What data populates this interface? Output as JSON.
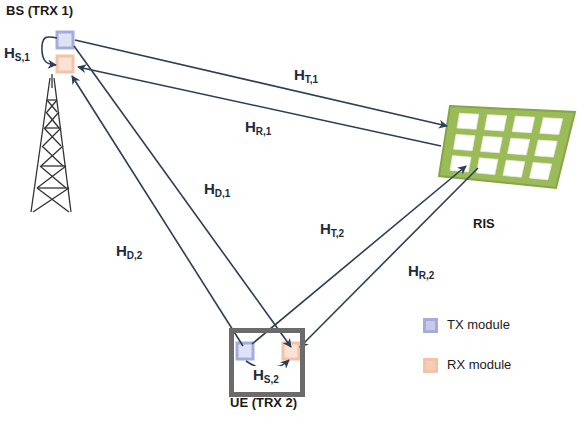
{
  "diagram": {
    "nodes": [
      {
        "text": [
          "BS (TRX 1)"
        ]
      },
      {
        "text": [
          "RIS"
        ]
      },
      {
        "text": [
          "UE (TRX 2)"
        ]
      }
    ],
    "edges": [
      {
        "from": 0,
        "to": 1,
        "arrow": "to",
        "label": "HT,1"
      },
      {
        "from": 1,
        "to": 0,
        "arrow": "to",
        "label": "HR,1"
      },
      {
        "from": 0,
        "to": 2,
        "arrow": "to",
        "label": "HD,1"
      },
      {
        "from": 2,
        "to": 0,
        "arrow": "to",
        "label": "HD,2"
      },
      {
        "from": 2,
        "to": 1,
        "arrow": "to",
        "label": "HT,2"
      },
      {
        "from": 1,
        "to": 2,
        "arrow": "to",
        "label": "HR,2"
      },
      {
        "from": 0,
        "to": 0,
        "arrow": "to",
        "label": "HS,1"
      },
      {
        "from": 2,
        "to": 2,
        "arrow": "to",
        "label": "HS,2"
      }
    ],
    "legend": [
      {
        "text": "TX module",
        "color": "#c5cbe9"
      },
      {
        "text": "RX module",
        "color": "#f5cdb5"
      }
    ]
  }
}
